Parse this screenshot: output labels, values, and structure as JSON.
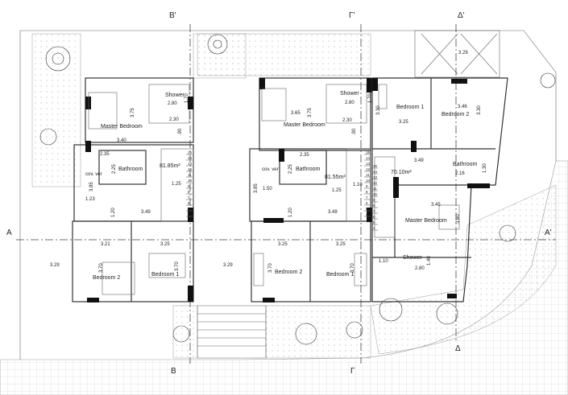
{
  "section_markers": {
    "b_top": "B'",
    "g_top": "Γ'",
    "d_top": "Δ'",
    "b_bot": "B",
    "g_bot": "Γ",
    "d_bot": "Δ",
    "a_left": "A",
    "a_right": "A'"
  },
  "unit1": {
    "master_bedroom": "Master Bedroom",
    "shower": "Shower",
    "shower_w": "2.80",
    "shower_h": "1.70",
    "passage_w": "2.30",
    "mb_h": "3.75",
    "mb_w": "3.40",
    "gap": ".90",
    "bath_w": "2.35",
    "bathroom": "Bathroom",
    "bath_h": "2.25",
    "area": "81.85m²",
    "cov_ver": "cov. ver",
    "cov_h": "3.85",
    "cov_w": "1.23",
    "hall_w": "1.25",
    "hall_h": "1.20",
    "level": "3.49",
    "bed2_w": "3.21",
    "bed1_w": "3.25",
    "bedroom2": "Bedroom 2",
    "bed2_h": "3.70",
    "bedroom1": "Bedroom 1",
    "bed1_h": "3.70",
    "yard_level": "3.29"
  },
  "unit2": {
    "master_bedroom": "Master Bedroom",
    "shower": "Shower",
    "shower_w": "2.80",
    "shower_h": "1.70",
    "mb_w": "3.65",
    "mb_h": "3.75",
    "passage_w": "2.30",
    "gap": ".90",
    "bath_w": "2.35",
    "bathroom": "Bathroom",
    "bath_h": "2.25",
    "area": "81.55m²",
    "cov_ver": "cov. ver",
    "cov_h": "3.85",
    "cov_w": "1.50",
    "hall_w": "1.25",
    "stair_w": "1.10",
    "hall_h": "1.20",
    "level": "3.49",
    "bed2_w": "3.25",
    "bed1_w": "3.25",
    "bedroom2": "Bedroom 2",
    "bed2_h": "3.70",
    "bedroom1": "Bedroom 1",
    "bed1_h": "3.70",
    "yard_level": "3.29"
  },
  "unit3": {
    "bedroom1": "Bedroom 1",
    "bed1_h": "3.30",
    "bed1_w": "3.25",
    "bedroom2": "Bedroom 2",
    "bed2_w": "3.46",
    "bed2_h": "3.30",
    "level": "3.49",
    "area": "70.10m²",
    "bathroom": "Bathroom",
    "bath_w": "2.16",
    "bath_h": "1.30",
    "mb_w": "3.45",
    "master_bedroom": "Master Bedroom",
    "mb_h": "3.60",
    "landing_w": "1.10",
    "shower": "Shower",
    "shower_w": "2.80",
    "shower_h": "1.40",
    "roof_level": "3.29"
  },
  "stairs": [
    "4",
    "5",
    "6",
    "7",
    "8",
    "9",
    "10",
    "11",
    "12",
    "13",
    "14",
    "15",
    "16",
    "17",
    "18"
  ]
}
